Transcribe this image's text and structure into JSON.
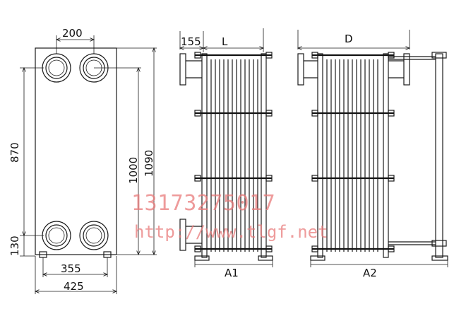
{
  "dimensions": {
    "port_spacing": "200",
    "port_offset": "155",
    "length_label": "L",
    "depth_label": "D",
    "port_vertical": "870",
    "plate_height": "1000",
    "overall_height": "1090",
    "bottom_offset": "130",
    "port_horizontal": "355",
    "overall_width": "425",
    "view_a1": "A1",
    "view_a2": "A2"
  },
  "watermark": {
    "phone": "13173275017",
    "url": "http://www.tlgf.net"
  }
}
